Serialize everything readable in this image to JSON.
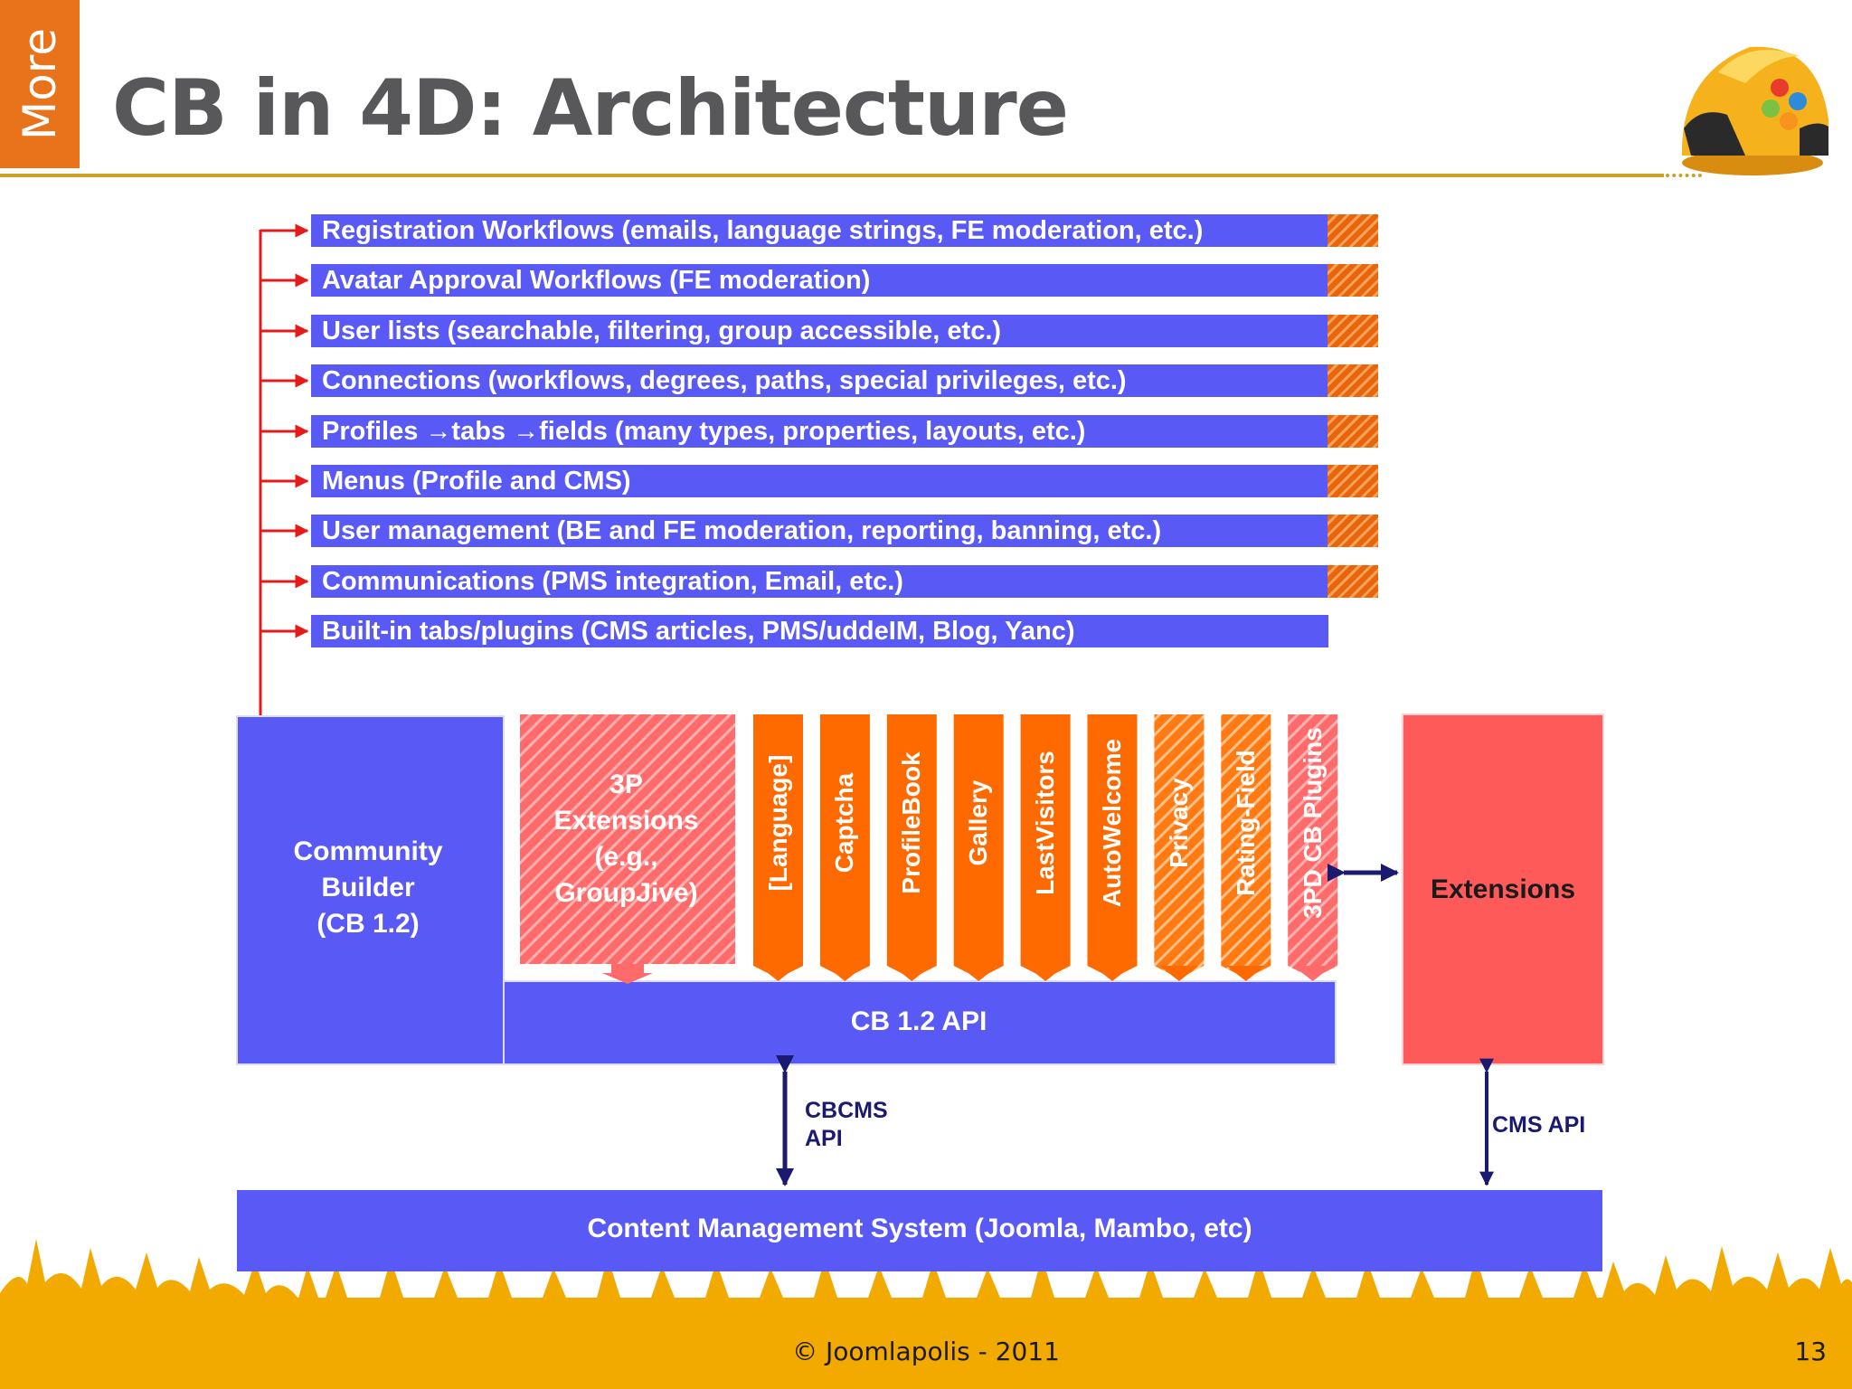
{
  "slide": {
    "tab_label": "More",
    "title": "CB in 4D: Architecture",
    "footer": "© Joomlapolis - 2011",
    "page_number": "13"
  },
  "features": [
    {
      "label": "Registration Workflows (emails, language strings, FE moderation, etc.)",
      "hatched": true
    },
    {
      "label": "Avatar Approval Workflows (FE moderation)",
      "hatched": true
    },
    {
      "label": "User lists (searchable, filtering, group accessible, etc.)",
      "hatched": true
    },
    {
      "label": "Connections (workflows, degrees, paths, special privileges, etc.)",
      "hatched": true
    },
    {
      "label": "Profiles →tabs →fields (many types, properties, layouts, etc.)",
      "hatched": true
    },
    {
      "label": "Menus (Profile and CMS)",
      "hatched": true
    },
    {
      "label": "User management (BE and FE moderation, reporting, banning, etc.)",
      "hatched": true
    },
    {
      "label": "Communications (PMS integration, Email, etc.)",
      "hatched": true
    },
    {
      "label": "Built-in tabs/plugins (CMS articles, PMS/uddeIM, Blog, Yanc)",
      "hatched": false
    }
  ],
  "core": {
    "cb_label": "Community Builder (CB 1.2)",
    "third_party_label": "3P Extensions (e.g., GroupJive)",
    "api_label": "CB 1.2 API",
    "extensions_label": "Extensions",
    "cms_label": "Content Management System (Joomla, Mambo, etc)"
  },
  "plugins": [
    {
      "label": "[Language]",
      "style": "solid"
    },
    {
      "label": "Captcha",
      "style": "solid"
    },
    {
      "label": "ProfileBook",
      "style": "solid"
    },
    {
      "label": "Gallery",
      "style": "solid"
    },
    {
      "label": "LastVisitors",
      "style": "solid"
    },
    {
      "label": "AutoWelcome",
      "style": "solid"
    },
    {
      "label": "Privacy",
      "style": "hatched-orange"
    },
    {
      "label": "Rating-Field",
      "style": "hatched-orange"
    },
    {
      "label": "3PD CB Plugins",
      "style": "hatched-red"
    }
  ],
  "annotations": {
    "cbcms_api": "CBCMS\nAPI",
    "cms_api": "CMS API"
  },
  "colors": {
    "accent_orange": "#e8731a",
    "title_gray": "#58585a",
    "rule_gold": "#c9a227",
    "block_blue": "#5959f5",
    "plugin_orange": "#ff6a00",
    "extension_red": "#ff5a5a",
    "connector_red": "#e41b1b",
    "arrow_navy": "#1a1a70"
  }
}
